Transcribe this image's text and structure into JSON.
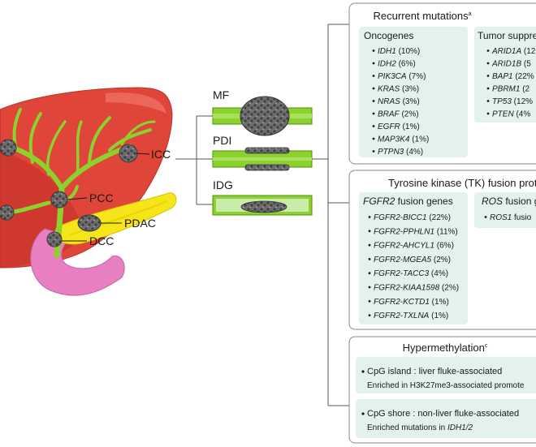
{
  "labels": {
    "icc": "ICC",
    "pcc": "PCC",
    "pdac": "PDAC",
    "dcc": "DCC",
    "mf": "MF",
    "pdi": "PDI",
    "idg": "IDG"
  },
  "panels": {
    "mutations": {
      "title": "Recurrent mutations",
      "sup": "a",
      "oncogenes": {
        "title": "Oncogenes",
        "items": [
          {
            "gene": "IDH1",
            "pct": " (10%)"
          },
          {
            "gene": "IDH2",
            "pct": " (6%)"
          },
          {
            "gene": "PIK3CA",
            "pct": " (7%)"
          },
          {
            "gene": "KRAS",
            "pct": " (3%)"
          },
          {
            "gene": "NRAS",
            "pct": " (3%)"
          },
          {
            "gene": "BRAF",
            "pct": " (2%)"
          },
          {
            "gene": "EGFR",
            "pct": " (1%)"
          },
          {
            "gene": "MAP3K4",
            "pct": " (1%)"
          },
          {
            "gene": "PTPN3",
            "pct": " (4%)"
          }
        ]
      },
      "suppressors": {
        "title": "Tumor suppre",
        "items": [
          {
            "gene": "ARID1A",
            "pct": " (12"
          },
          {
            "gene": "ARID1B",
            "pct": " (5"
          },
          {
            "gene": "BAP1",
            "pct": " (22%"
          },
          {
            "gene": "PBRM1",
            "pct": " (2"
          },
          {
            "gene": "TP53",
            "pct": " (12%"
          },
          {
            "gene": "PTEN",
            "pct": " (4%"
          }
        ]
      }
    },
    "fusions": {
      "title": "Tyrosine kinase (TK) fusion prot",
      "fgfr2": {
        "title_gene": "FGFR2",
        "title_rest": " fusion genes",
        "items": [
          {
            "gene": "FGFR2-BICC1",
            "pct": " (22%)"
          },
          {
            "gene": "FGFR2-PPHLN1",
            "pct": " (11%)"
          },
          {
            "gene": "FGFR2-AHCYL1",
            "pct": " (6%)"
          },
          {
            "gene": "FGFR2-MGEA5",
            "pct": " (2%)"
          },
          {
            "gene": "FGFR2-TACC3",
            "pct": " (4%)"
          },
          {
            "gene": "FGFR2-KIAA1598",
            "pct": " (2%)"
          },
          {
            "gene": "FGFR2-KCTD1",
            "pct": " (1%)"
          },
          {
            "gene": "FGFR2-TXLNA",
            "pct": " (1%)"
          }
        ]
      },
      "ros": {
        "title_gene": "ROS",
        "title_rest": " fusion g",
        "items": [
          {
            "gene": "ROS1",
            "pct": " fusio"
          }
        ]
      }
    },
    "methylation": {
      "title": "Hypermethylation",
      "sup": "c",
      "box1": {
        "line1": "CpG island :  liver fluke-associated",
        "line2": "Enriched in H3K27me3-associated promote"
      },
      "box2": {
        "line1": "CpG shore :  non-liver fluke-associated",
        "line2_prefix": "Enriched mutations in ",
        "line2_gene": "IDH1/2"
      }
    }
  },
  "colors": {
    "liver": "#e0453a",
    "liver_dark": "#c23127",
    "duct": "#8cd12e",
    "duct_dark": "#4d8f12",
    "pancreas": "#f6e51b",
    "duodenum": "#e77fc1",
    "tumor": "#6c6c6c",
    "panel_fill": "#e3f2ea",
    "panel_border": "#8a8a8a"
  }
}
